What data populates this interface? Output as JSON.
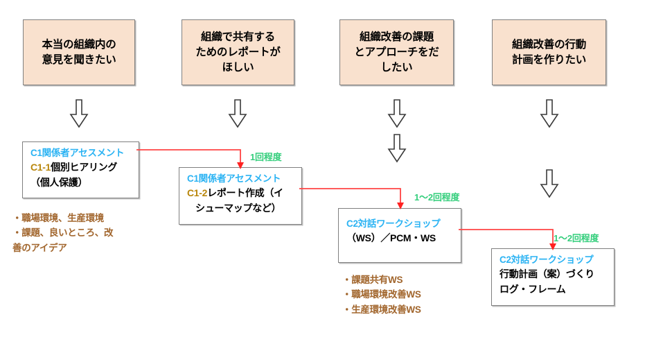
{
  "diagram": {
    "title_text_color": "#000000",
    "palette": {
      "goal_fill": "#F9E1CE",
      "goal_border": "#808080",
      "proc_border": "#7F7F7F",
      "heading_blue": "#2BB3F3",
      "note_brown": "#A1652C",
      "freq_green": "#34CE7C",
      "connector_red": "#FF4444",
      "code_orange": "#B8860B"
    }
  },
  "goals": [
    {
      "id": "goal-1",
      "line1": "本当の組織内の",
      "line2": "意見を聞きたい",
      "line3": ""
    },
    {
      "id": "goal-2",
      "line1": "組織で共有する",
      "line2": "ためのレポートが",
      "line3": "ほしい"
    },
    {
      "id": "goal-3",
      "line1": "組織改善の課題",
      "line2": "とアプローチをだ",
      "line3": "したい"
    },
    {
      "id": "goal-4",
      "line1": "組織改善の行動",
      "line2": "計画を作りたい",
      "line3": ""
    }
  ],
  "processes": [
    {
      "id": "proc-c1-1",
      "heading": "C1関係者アセスメント",
      "code": "C1-1",
      "body_line1": "個別ヒアリング",
      "body_line2": "（個人保護）",
      "body_line3": ""
    },
    {
      "id": "proc-c1-2",
      "heading": "C1関係者アセスメント",
      "code": "C1-2",
      "body_line1": "レポート作成（イ",
      "body_line2": "シューマップなど）",
      "body_line3": ""
    },
    {
      "id": "proc-c2-ws",
      "heading": "C2対話ワークショップ",
      "code": "",
      "body_line1": "（WS）／PCM・WS",
      "body_line2": "",
      "body_line3": ""
    },
    {
      "id": "proc-c2-plan",
      "heading": "C2対話ワークショップ",
      "code": "",
      "body_line1": "行動計画（案）づくり",
      "body_line2": "ログ・フレーム",
      "body_line3": ""
    }
  ],
  "notes": [
    {
      "id": "notes-c1-1",
      "lines": [
        "・職場環境、生産環境",
        "・課題、良いところ、改",
        "善のアイデア"
      ]
    },
    {
      "id": "notes-c2-ws",
      "lines": [
        "・課題共有WS",
        "・職場環境改善WS",
        "・生産環境改善WS"
      ]
    }
  ],
  "frequency_labels": [
    {
      "id": "freq-1",
      "text": "1回程度"
    },
    {
      "id": "freq-2",
      "text": "1〜2回程度"
    },
    {
      "id": "freq-3",
      "text": "1〜2回程度"
    }
  ],
  "flow_arrows": [
    {
      "id": "arrow-col1-a"
    },
    {
      "id": "arrow-col2-a"
    },
    {
      "id": "arrow-col3-a"
    },
    {
      "id": "arrow-col3-b"
    },
    {
      "id": "arrow-col4-a"
    },
    {
      "id": "arrow-col4-b"
    }
  ],
  "connectors": [
    {
      "id": "connector-c1-1-to-c1-2"
    },
    {
      "id": "connector-c1-2-to-c2-ws"
    },
    {
      "id": "connector-c2-ws-to-c2-plan"
    }
  ]
}
